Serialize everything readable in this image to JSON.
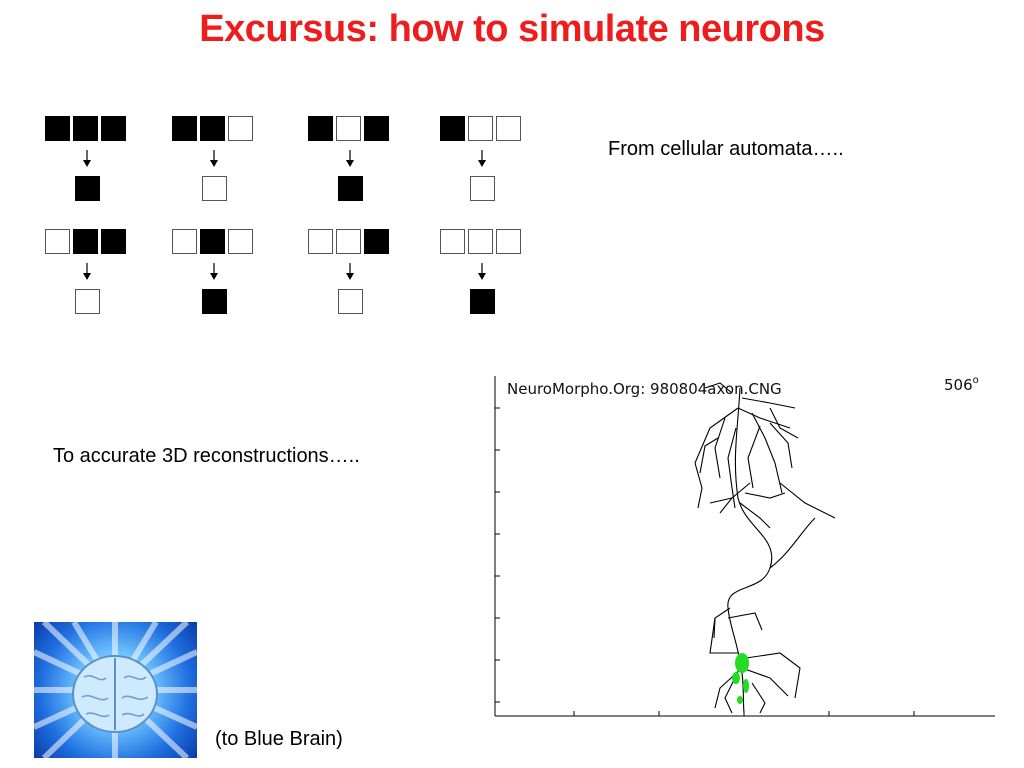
{
  "title": "Excursus: how to simulate neurons",
  "rules": [
    {
      "pattern": [
        1,
        1,
        1
      ],
      "result": 1
    },
    {
      "pattern": [
        1,
        1,
        0
      ],
      "result": 0
    },
    {
      "pattern": [
        1,
        0,
        1
      ],
      "result": 1
    },
    {
      "pattern": [
        1,
        0,
        0
      ],
      "result": 0
    },
    {
      "pattern": [
        0,
        1,
        1
      ],
      "result": 0
    },
    {
      "pattern": [
        0,
        1,
        0
      ],
      "result": 1
    },
    {
      "pattern": [
        0,
        0,
        1
      ],
      "result": 0
    },
    {
      "pattern": [
        0,
        0,
        0
      ],
      "result": 1
    }
  ],
  "captions": {
    "automata": "From cellular automata…..",
    "reconstruction": "To accurate 3D reconstructions…..",
    "blue_brain": "(to Blue Brain)"
  },
  "neuromorpho": {
    "label": "NeuroMorpho.Org: 980804axon.CNG",
    "angle": "506",
    "angle_unit": "o"
  },
  "colors": {
    "title": "#ee1c1c",
    "neuron": "#000000",
    "soma": "#22dd22",
    "brain_bg": "#1f6fe0"
  },
  "icons": {
    "brain": "brain-icon",
    "arrow": "arrow-down-icon"
  }
}
